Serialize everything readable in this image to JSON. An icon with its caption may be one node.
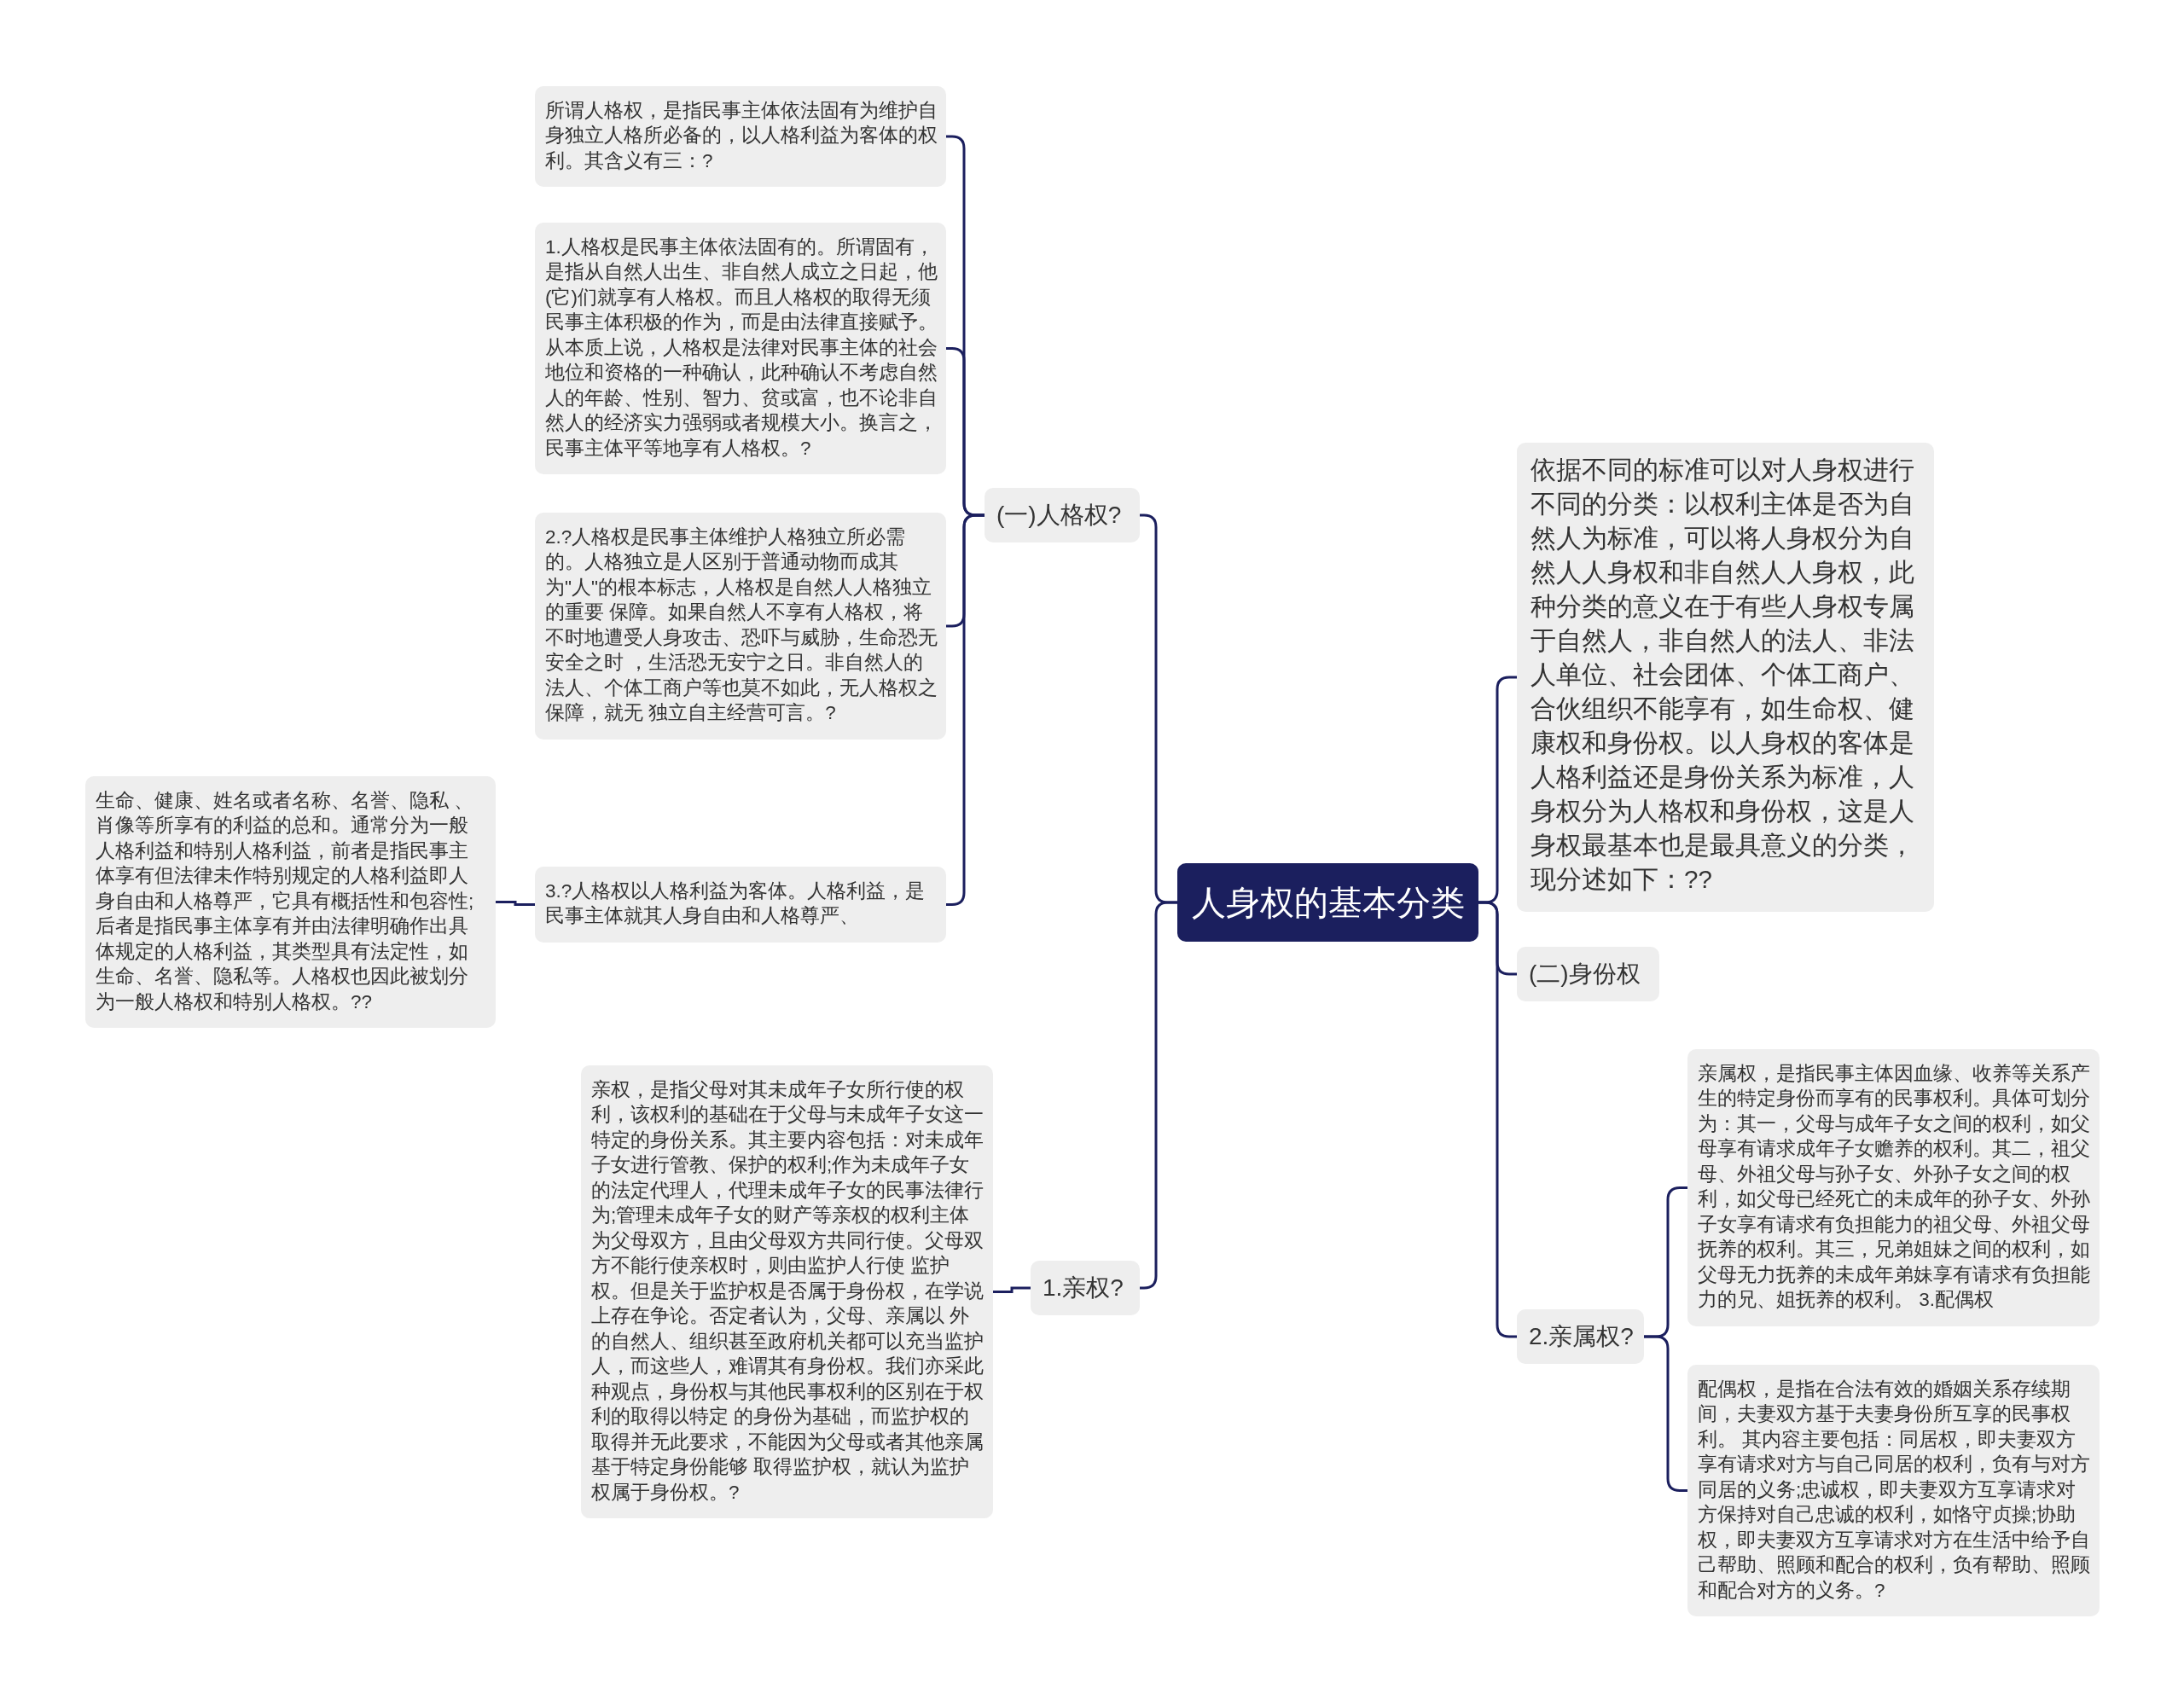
{
  "diagram": {
    "nodes": [
      {
        "text": [
          "人身权的基本分类"
        ]
      },
      {
        "text": [
          "(一)人格权?"
        ]
      },
      {
        "text": [
          "所谓人格权，是指民事主体依法固有为维护自身独立人格所必备的，以人格利益为客体的权利。其含义有三：?"
        ]
      },
      {
        "text": [
          "1.人格权是民事主体依法固有的。所谓固有，是指从自然人出生、非自然人成立之日起，他(它)们就享有人格权。而且人格权的取得无须民事主体积极的作为，而是由法律直接赋予。从本质上说，人格权是法律对民事主体的社会地位和资格的一种确认，此种确认不考虑自然人的年龄、性别、智力、贫或富，也不论非自然人的经济实力强弱或者规模大小。换言之，民事主体平等地享有人格权。?"
        ]
      },
      {
        "text": [
          "2.?人格权是民事主体维护人格独立所必需的。人格独立是人区别于普通动物而成其为\"人\"的根本标志，人格权是自然人人格独立的重要 保障。如果自然人不享有人格权，将不时地遭受人身攻击、恐吓与威胁，生命恐无安全之时 ，生活恐无安宁之日。非自然人的法人、个体工商户等也莫不如此，无人格权之保障，就无 独立自主经营可言。?"
        ]
      },
      {
        "text": [
          "3.?人格权以人格利益为客体。人格利益，是民事主体就其人身自由和人格尊严、"
        ]
      },
      {
        "text": [
          "生命、健康、姓名或者名称、名誉、隐私 、肖像等所享有的利益的总和。通常分为一般人格利益和特别人格利益，前者是指民事主体享有但法律未作特别规定的人格利益即人身自由和人格尊严，它具有概括性和包容性;后者是指民事主体享有并由法律明确作出具体规定的人格利益，其类型具有法定性，如生命、名誉、隐私等。人格权也因此被划分为一般人格权和特别人格权。??"
        ]
      },
      {
        "text": [
          "1.亲权?"
        ]
      },
      {
        "text": [
          "亲权，是指父母对其未成年子女所行使的权利，该权利的基础在于父母与未成年子女这一特定的身份关系。其主要内容包括：对未成年子女进行管教、保护的权利;作为未成年子女的法定代理人，代理未成年子女的民事法律行为;管理未成年子女的财产等亲权的权利主体为父母双方，且由父母双方共同行使。父母双方不能行使亲权时，则由监护人行使 监护权。但是关于监护权是否属于身份权，在学说上存在争论。否定者认为，父母、亲属以 外的自然人、组织甚至政府机关都可以充当监护人，而这些人，难谓其有身份权。我们亦采此种观点，身份权与其他民事权利的区别在于权利的取得以特定 的身份为基础，而监护权的取得并无此要求，不能因为父母或者其他亲属基于特定身份能够 取得监护权，就认为监护权属于身份权。?"
        ]
      },
      {
        "text": [
          "依据不同的标准可以对人身权进行不同的分类：以权利主体是否为自然人为标准，可以将人身权分为自然人人身权和非自然人人身权，此种分类的意义在于有些人身权专属于自然人，非自然人的法人、非法人单位、社会团体、个体工商户、合伙组织不能享有，如生命权、健康权和身份权。以人身权的客体是人格利益还是身份关系为标准，人身权分为人格权和身份权，这是人身权最基本也是最具意义的分类，现分述如下：??"
        ]
      },
      {
        "text": [
          "(二)身份权"
        ]
      },
      {
        "text": [
          "2.亲属权?"
        ]
      },
      {
        "text": [
          "亲属权，是指民事主体因血缘、收养等关系产生的特定身份而享有的民事权利。具体可划分为：其一，父母与成年子女之间的权利，如父母享有请求成年子女赡养的权利。其二，祖父母、外祖父母与孙子女、外孙子女之间的权利，如父母已经死亡的未成年的孙子女、外孙子女享有请求有负担能力的祖父母、外祖父母抚养的权利。其三，兄弟姐妹之间的权利，如父母无力抚养的未成年弟妹享有请求有负担能力的兄、姐抚养的权利。 3.配偶权"
        ]
      },
      {
        "text": [
          "配偶权，是指在合法有效的婚姻关系存续期间，夫妻双方基于夫妻身份所互享的民事权利。 其内容主要包括：同居权，即夫妻双方享有请求对方与自己同居的权利，负有与对方同居的义务;忠诚权，即夫妻双方互享请求对方保持对自己忠诚的权利，如恪守贞操;协助权，即夫妻双方互享请求对方在生活中给予自己帮助、照顾和配合的权利，负有帮助、照顾和配合对方的义务。?"
        ]
      }
    ],
    "edges": [
      {
        "from": 0,
        "to": 1,
        "arrow": "none"
      },
      {
        "from": 1,
        "to": 2,
        "arrow": "none"
      },
      {
        "from": 1,
        "to": 3,
        "arrow": "none"
      },
      {
        "from": 1,
        "to": 4,
        "arrow": "none"
      },
      {
        "from": 1,
        "to": 5,
        "arrow": "none"
      },
      {
        "from": 5,
        "to": 6,
        "arrow": "none"
      },
      {
        "from": 0,
        "to": 7,
        "arrow": "none"
      },
      {
        "from": 7,
        "to": 8,
        "arrow": "none"
      },
      {
        "from": 0,
        "to": 9,
        "arrow": "none"
      },
      {
        "from": 0,
        "to": 10,
        "arrow": "none"
      },
      {
        "from": 0,
        "to": 11,
        "arrow": "none"
      },
      {
        "from": 11,
        "to": 12,
        "arrow": "none"
      },
      {
        "from": 11,
        "to": 13,
        "arrow": "none"
      }
    ]
  }
}
